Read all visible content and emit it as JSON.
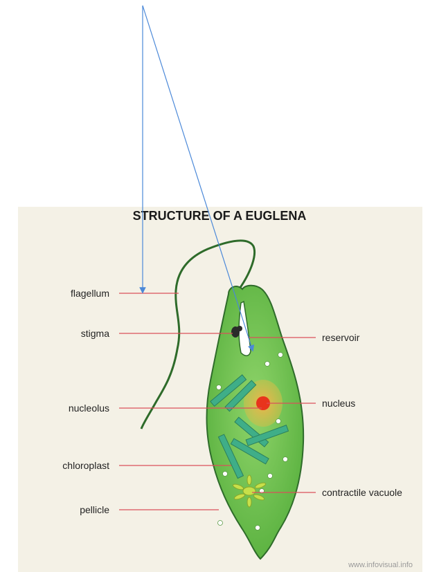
{
  "title": "STRUCTURE OF A EUGLENA",
  "labels": {
    "flagellum": "flagellum",
    "stigma": "stigma",
    "nucleolus": "nucleolus",
    "chloroplast": "chloroplast",
    "pellicle": "pellicle",
    "reservoir": "reservoir",
    "nucleus": "nucleus",
    "contractile_vacuole": "contractile vacuole"
  },
  "watermark": "www.infovisual.info",
  "colors": {
    "background": "#f4f1e6",
    "cell_fill": "#6cc04f",
    "cell_outline": "#2e6b2a",
    "chloroplast": "#3fae88",
    "nucleus": "#e8341c",
    "leader_line": "#d9505a",
    "arrow": "#4a88d8"
  }
}
